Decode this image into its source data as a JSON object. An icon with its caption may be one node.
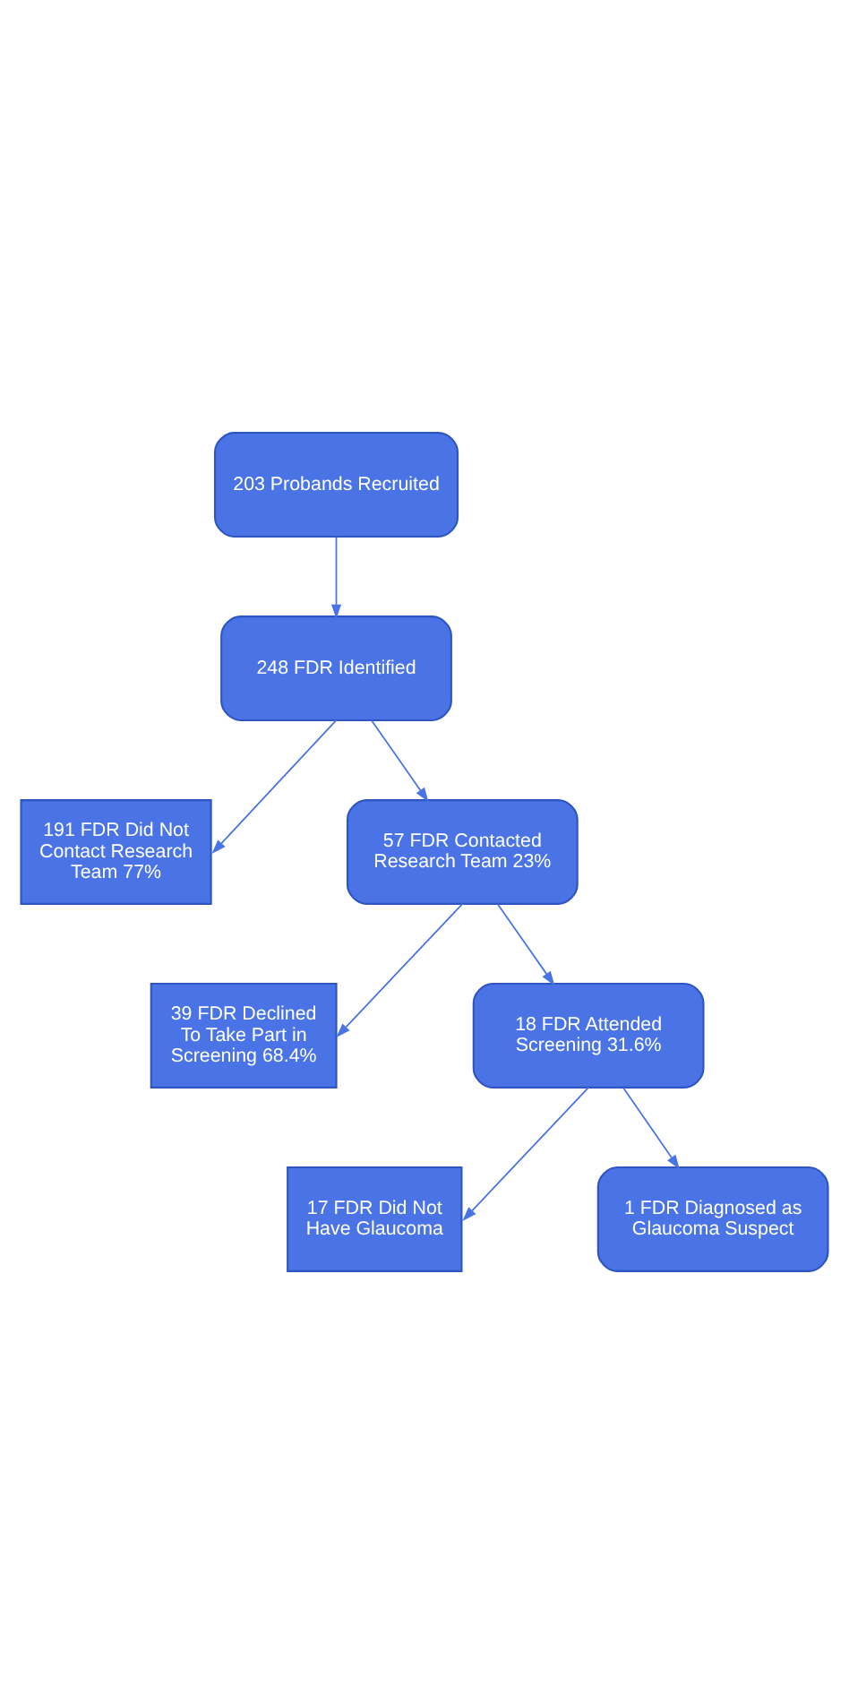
{
  "diagram": {
    "nodes": [
      {
        "text": [
          "203 Probands Recruited"
        ]
      },
      {
        "text": [
          "248 FDR Identified"
        ]
      },
      {
        "text": [
          "191 FDR Did Not Contact Research Team 77%"
        ]
      },
      {
        "text": [
          "57 FDR Contacted Research Team 23%"
        ]
      },
      {
        "text": [
          "39 FDR Declined To Take Part in Screening 68.4%"
        ]
      },
      {
        "text": [
          "18 FDR Attended Screening 31.6%"
        ]
      },
      {
        "text": [
          "17 FDR Did Not Have Glaucoma"
        ]
      },
      {
        "text": [
          "1 FDR Diagnosed as Glaucoma Suspect"
        ]
      }
    ],
    "edges": [
      {
        "from": 0,
        "to": 1,
        "arrow": "to"
      },
      {
        "from": 1,
        "to": 3,
        "arrow": "to"
      },
      {
        "from": 1,
        "to": 2,
        "arrow": "to"
      },
      {
        "from": 3,
        "to": 5,
        "arrow": "to"
      },
      {
        "from": 3,
        "to": 4,
        "arrow": "to"
      },
      {
        "from": 5,
        "to": 7,
        "arrow": "to"
      },
      {
        "from": 5,
        "to": 6,
        "arrow": "to"
      }
    ]
  }
}
